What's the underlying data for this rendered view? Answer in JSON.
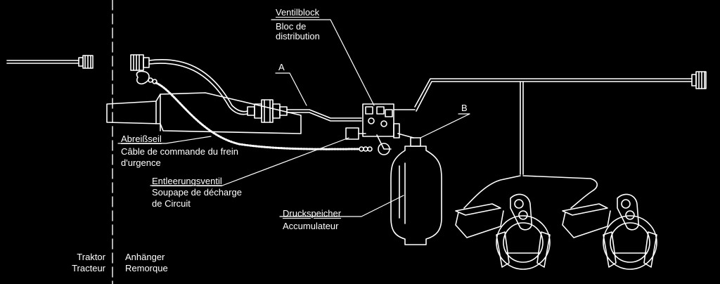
{
  "labels": {
    "ventilblock": "Ventilblock",
    "bloc_de": "Bloc de",
    "distribution": "distribution",
    "a": "A",
    "b": "B",
    "abreissseil": "Abreißseil",
    "cable_line1": "Câble de commande du frein",
    "cable_line2": "d'urgence",
    "entleerungsventil": "Entleerungsventil",
    "soupape_line1": "Soupape de décharge",
    "soupape_line2": "de Circuit",
    "druckspeicher": "Druckspeicher",
    "accumulateur": "Accumulateur",
    "traktor": "Traktor",
    "tracteur": "Tracteur",
    "anhaenger": "Anhänger",
    "remorque": "Remorque"
  },
  "colors": {
    "background": "#000000",
    "line": "#ffffff"
  }
}
